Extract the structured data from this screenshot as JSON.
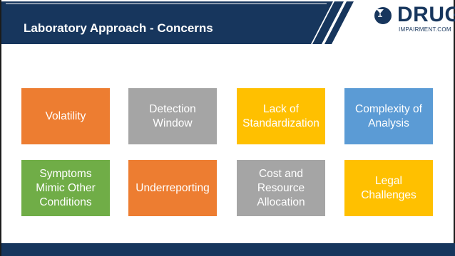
{
  "header": {
    "title": "Laboratory Approach - Concerns",
    "title_bar_color": "#17365d"
  },
  "logo": {
    "icon": "martini-glass-icon",
    "text": "DRUG",
    "subtext": "IMPAIRMENT.COM"
  },
  "tiles": [
    {
      "label": "Volatility",
      "bg": "#ed7d31",
      "fg": "#ffffff"
    },
    {
      "label": "Detection\nWindow",
      "bg": "#a5a5a5",
      "fg": "#ffffff"
    },
    {
      "label": "Lack of\nStandardization",
      "bg": "#ffc000",
      "fg": "#ffffff"
    },
    {
      "label": "Complexity of\nAnalysis",
      "bg": "#5b9bd5",
      "fg": "#ffffff"
    },
    {
      "label": "Symptoms\nMimic Other\nConditions",
      "bg": "#70ad47",
      "fg": "#ffffff"
    },
    {
      "label": "Underreporting",
      "bg": "#ed7d31",
      "fg": "#ffffff"
    },
    {
      "label": "Cost and\nResource\nAllocation",
      "bg": "#a5a5a5",
      "fg": "#ffffff"
    },
    {
      "label": "Legal\nChallenges",
      "bg": "#ffc000",
      "fg": "#ffffff"
    }
  ]
}
